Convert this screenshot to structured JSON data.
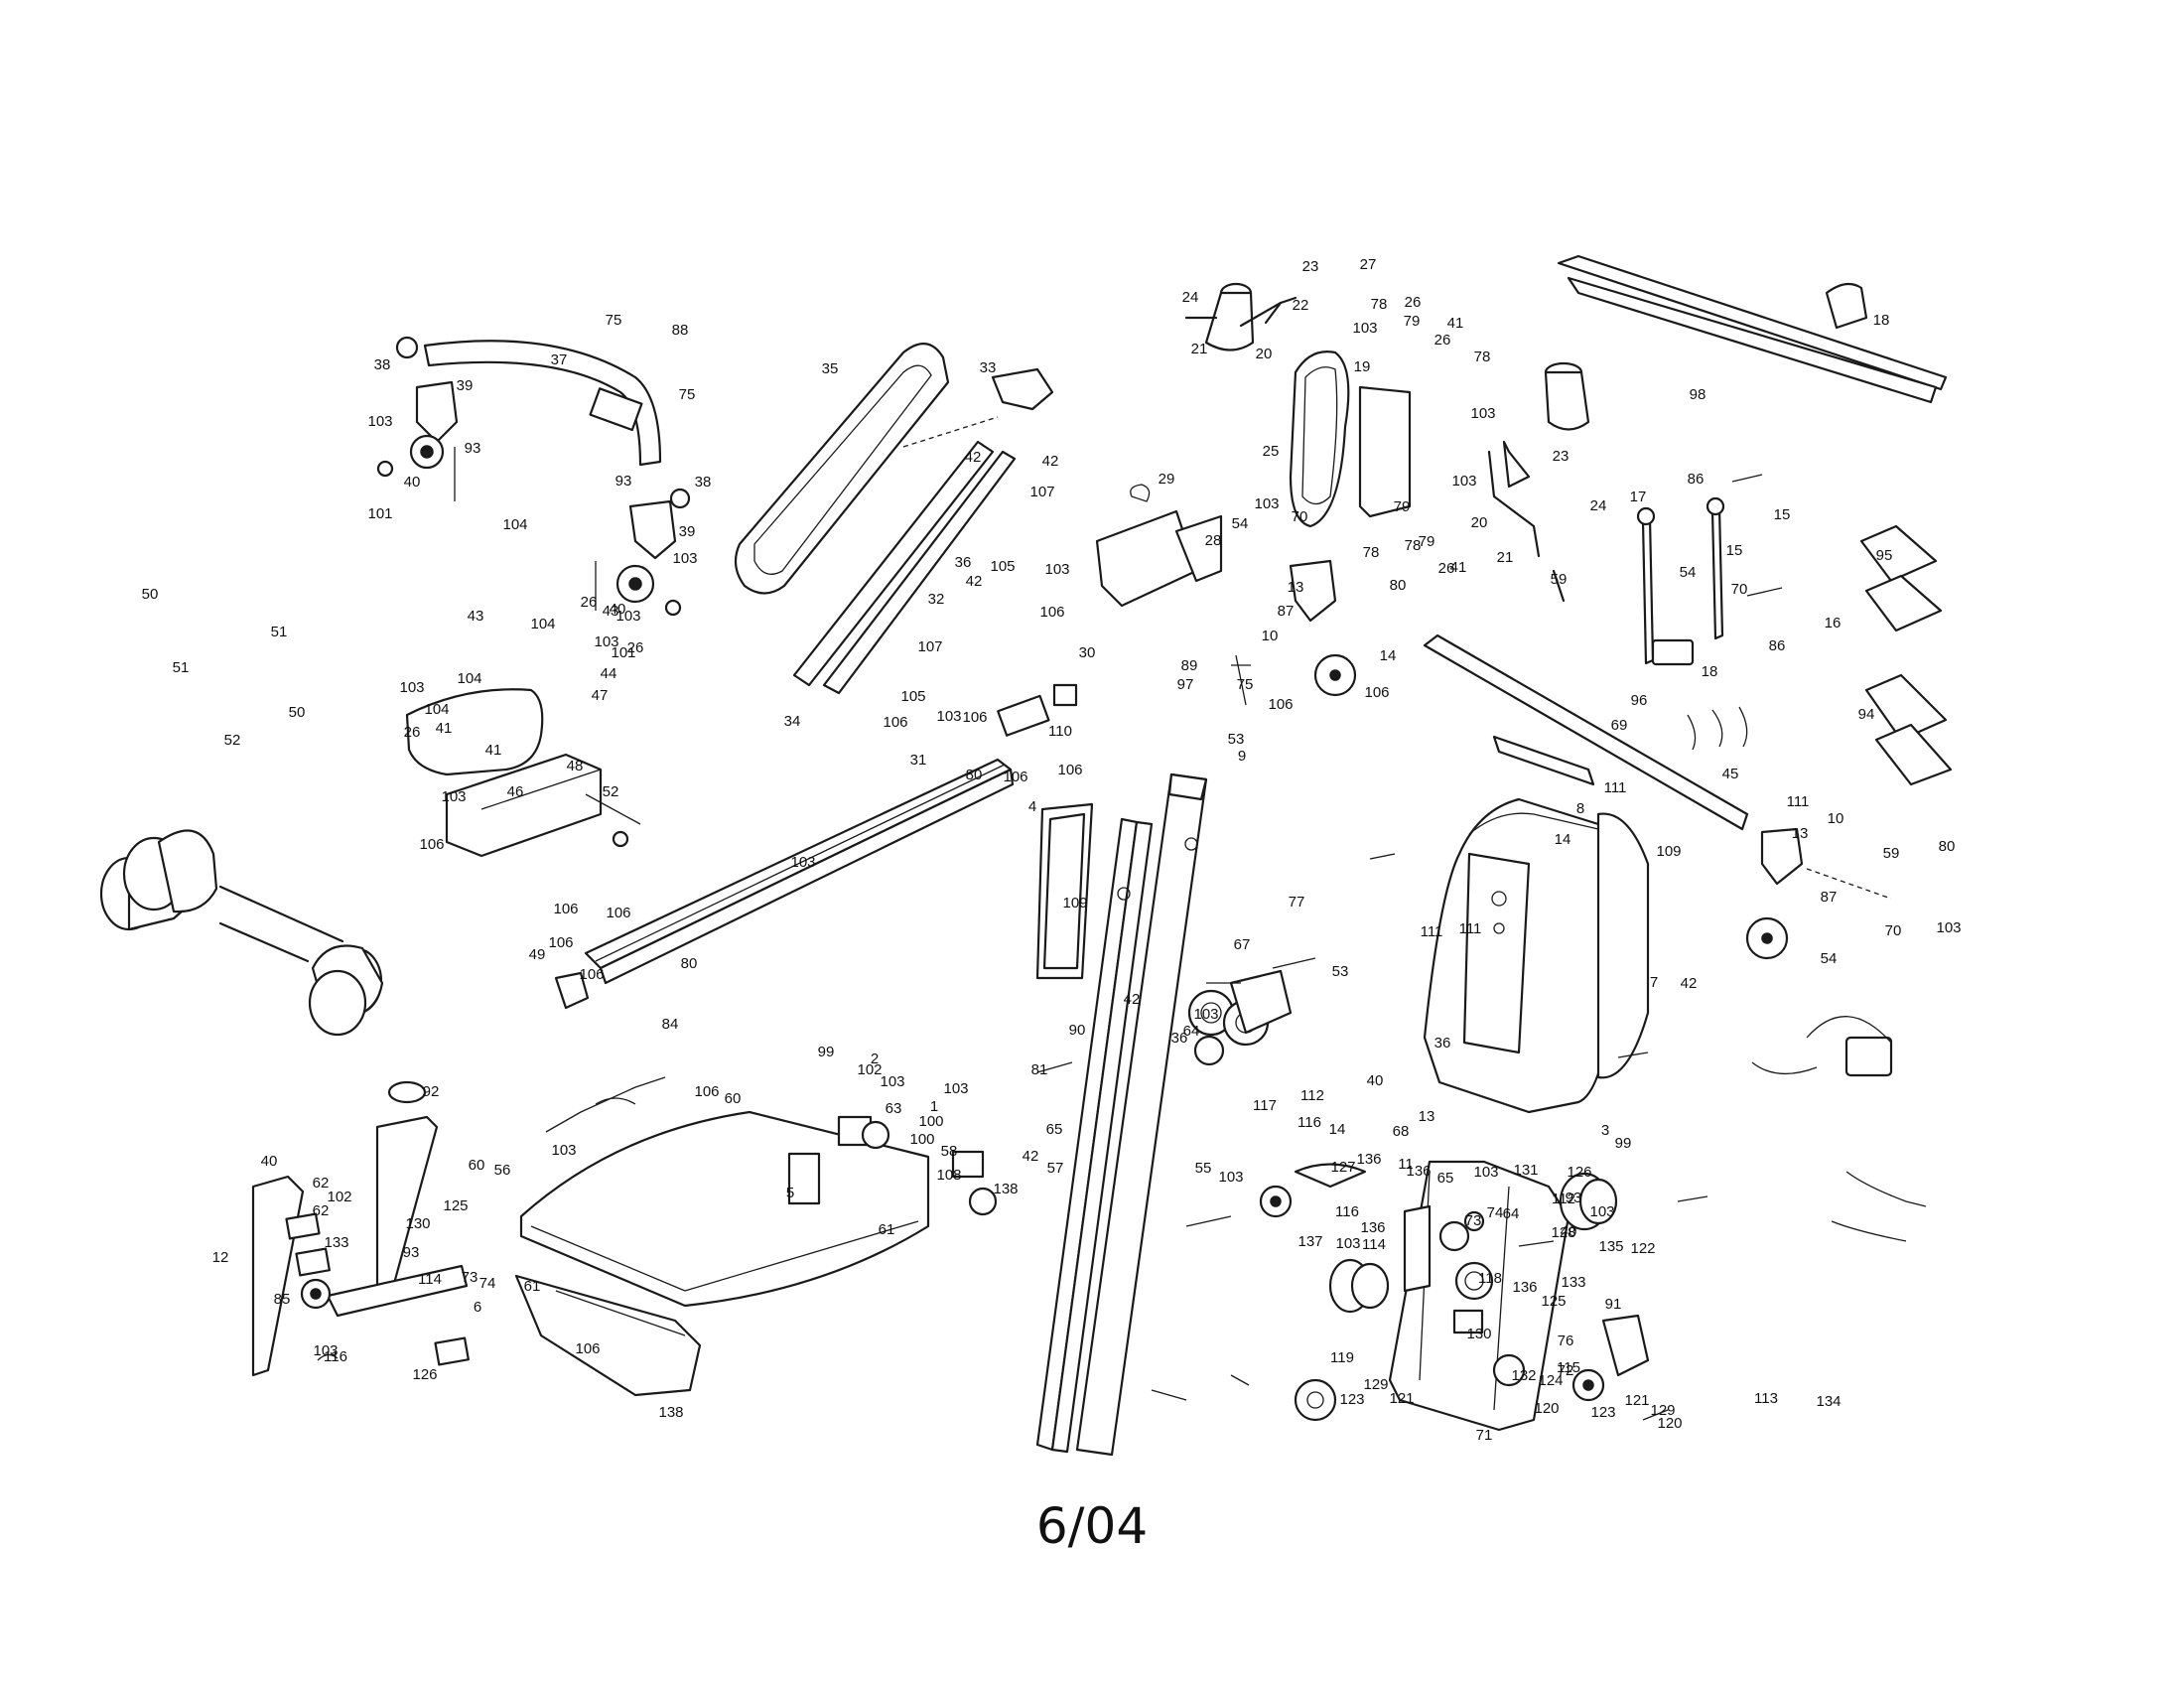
{
  "footer": {
    "date": "6/04"
  },
  "callouts": [
    "38",
    "37",
    "88",
    "75",
    "75",
    "39",
    "103",
    "93",
    "40",
    "101",
    "93",
    "38",
    "39",
    "103",
    "40",
    "101",
    "35",
    "33",
    "42",
    "42",
    "107",
    "36",
    "42",
    "105",
    "103",
    "32",
    "106",
    "30",
    "107",
    "105",
    "34",
    "24",
    "23",
    "27",
    "78",
    "26",
    "79",
    "103",
    "41",
    "26",
    "22",
    "21",
    "20",
    "19",
    "78",
    "103",
    "29",
    "28",
    "25",
    "23",
    "24",
    "103",
    "70",
    "54",
    "79",
    "78",
    "79",
    "26",
    "78",
    "41",
    "103",
    "20",
    "21",
    "59",
    "13",
    "80",
    "87",
    "10",
    "14",
    "106",
    "89",
    "97",
    "98",
    "18",
    "17",
    "86",
    "15",
    "15",
    "54",
    "70",
    "86",
    "16",
    "18",
    "96",
    "95",
    "94",
    "45",
    "104",
    "26",
    "43",
    "103",
    "43",
    "104",
    "26",
    "103",
    "44",
    "47",
    "103",
    "104",
    "26",
    "104",
    "41",
    "103",
    "41",
    "46",
    "48",
    "52",
    "50",
    "51",
    "51",
    "50",
    "52",
    "106",
    "103",
    "106",
    "106",
    "31",
    "110",
    "106",
    "80",
    "106",
    "4",
    "103",
    "106",
    "106",
    "106",
    "49",
    "106",
    "80",
    "84",
    "75",
    "106",
    "53",
    "9",
    "69",
    "111",
    "8",
    "111",
    "10",
    "13",
    "59",
    "80",
    "87",
    "70",
    "103",
    "54",
    "14",
    "111",
    "109",
    "42",
    "7",
    "111",
    "109",
    "67",
    "77",
    "53",
    "90",
    "13",
    "11",
    "14",
    "68",
    "3",
    "99",
    "103",
    "64",
    "36",
    "65",
    "42",
    "103",
    "64",
    "36",
    "65",
    "42",
    "99",
    "81",
    "2",
    "102",
    "103",
    "103",
    "1",
    "63",
    "100",
    "100",
    "58",
    "108",
    "138",
    "57",
    "55",
    "103",
    "106",
    "60",
    "5",
    "61",
    "61",
    "106",
    "138",
    "92",
    "60",
    "56",
    "40",
    "62",
    "62",
    "102",
    "125",
    "130",
    "133",
    "93",
    "114",
    "73",
    "74",
    "6",
    "12",
    "85",
    "126",
    "116",
    "103",
    "112",
    "40",
    "117",
    "116",
    "103",
    "127",
    "136",
    "136",
    "103",
    "131",
    "126",
    "93",
    "73",
    "112",
    "74",
    "40",
    "128",
    "116",
    "136",
    "137",
    "103",
    "114",
    "135",
    "122",
    "118",
    "136",
    "125",
    "130",
    "133",
    "91",
    "76",
    "72",
    "115",
    "132",
    "124",
    "120",
    "121",
    "129",
    "123",
    "120",
    "119",
    "123",
    "129",
    "121",
    "71",
    "113",
    "134"
  ],
  "colors": {
    "ink": "#1a1a1a",
    "paper": "#ffffff"
  }
}
